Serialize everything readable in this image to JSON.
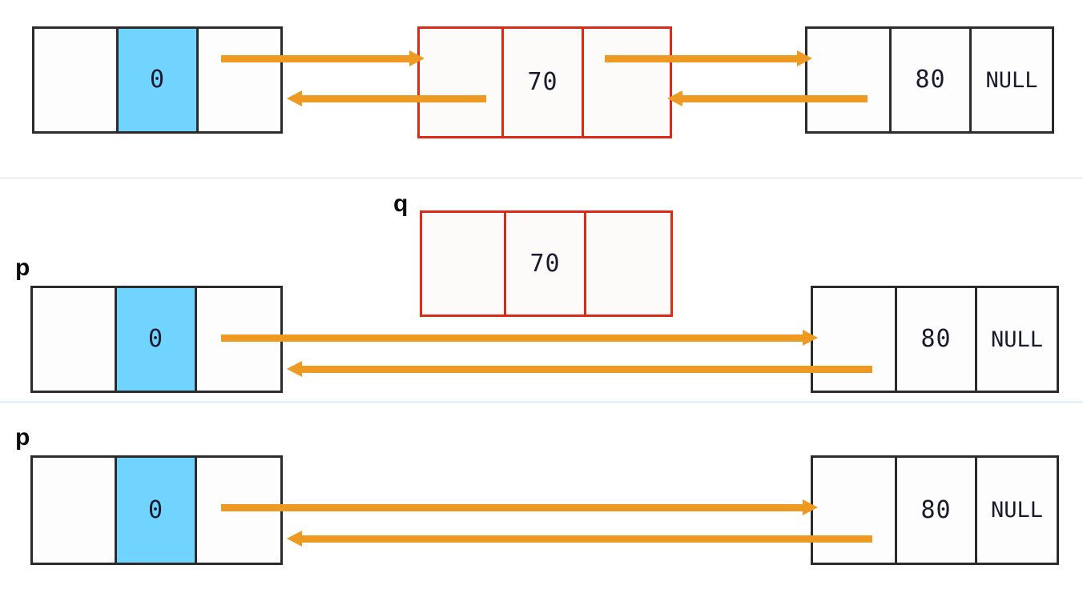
{
  "diagram": {
    "title": "doubly-linked-list-node-deletion",
    "colors": {
      "node_border": "#2b2b2b",
      "deleted_node_border": "#dc2a18",
      "highlight_cell": "#71d4ff",
      "pointer_arrow": "#ee9a22",
      "text": "#1a1a2e",
      "row_divider_gray": "#e3e3e3",
      "row_divider_blue": "#cfe7fb"
    },
    "rows": [
      {
        "id": "row-before-unlink",
        "labels": [],
        "nodes": [
          {
            "id": "node-head-row1",
            "style": "black",
            "cells": [
              {
                "role": "prev",
                "value": ""
              },
              {
                "role": "data",
                "value": "0",
                "highlight": true
              },
              {
                "role": "next",
                "value": ""
              }
            ]
          },
          {
            "id": "node-target-row1",
            "style": "red",
            "cells": [
              {
                "role": "prev",
                "value": ""
              },
              {
                "role": "data",
                "value": "70"
              },
              {
                "role": "next",
                "value": ""
              }
            ]
          },
          {
            "id": "node-tail-row1",
            "style": "black",
            "cells": [
              {
                "role": "prev",
                "value": ""
              },
              {
                "role": "data",
                "value": "80"
              },
              {
                "role": "next",
                "value": "NULL"
              }
            ]
          }
        ],
        "arrows": [
          {
            "id": "arrow-head-next-to-target",
            "direction": "right"
          },
          {
            "id": "arrow-target-prev-to-head",
            "direction": "left"
          },
          {
            "id": "arrow-target-next-to-tail",
            "direction": "right"
          },
          {
            "id": "arrow-tail-prev-to-target",
            "direction": "left"
          }
        ]
      },
      {
        "id": "row-after-unlink",
        "labels": [
          {
            "id": "label-p-row2",
            "text": "p"
          },
          {
            "id": "label-q-row2",
            "text": "q"
          }
        ],
        "nodes": [
          {
            "id": "node-head-row2",
            "style": "black",
            "cells": [
              {
                "role": "prev",
                "value": ""
              },
              {
                "role": "data",
                "value": "0",
                "highlight": true
              },
              {
                "role": "next",
                "value": ""
              }
            ]
          },
          {
            "id": "node-detached-row2",
            "style": "red",
            "cells": [
              {
                "role": "prev",
                "value": ""
              },
              {
                "role": "data",
                "value": "70"
              },
              {
                "role": "next",
                "value": ""
              }
            ]
          },
          {
            "id": "node-tail-row2",
            "style": "black",
            "cells": [
              {
                "role": "prev",
                "value": ""
              },
              {
                "role": "data",
                "value": "80"
              },
              {
                "role": "next",
                "value": "NULL"
              }
            ]
          }
        ],
        "arrows": [
          {
            "id": "arrow-head-next-to-tail-row2",
            "direction": "right"
          },
          {
            "id": "arrow-tail-prev-to-head-row2",
            "direction": "left"
          }
        ]
      },
      {
        "id": "row-after-free",
        "labels": [
          {
            "id": "label-p-row3",
            "text": "p"
          }
        ],
        "nodes": [
          {
            "id": "node-head-row3",
            "style": "black",
            "cells": [
              {
                "role": "prev",
                "value": ""
              },
              {
                "role": "data",
                "value": "0",
                "highlight": true
              },
              {
                "role": "next",
                "value": ""
              }
            ]
          },
          {
            "id": "node-tail-row3",
            "style": "black",
            "cells": [
              {
                "role": "prev",
                "value": ""
              },
              {
                "role": "data",
                "value": "80"
              },
              {
                "role": "next",
                "value": "NULL"
              }
            ]
          }
        ],
        "arrows": [
          {
            "id": "arrow-head-next-to-tail-row3",
            "direction": "right"
          },
          {
            "id": "arrow-tail-prev-to-head-row3",
            "direction": "left"
          }
        ]
      }
    ]
  }
}
